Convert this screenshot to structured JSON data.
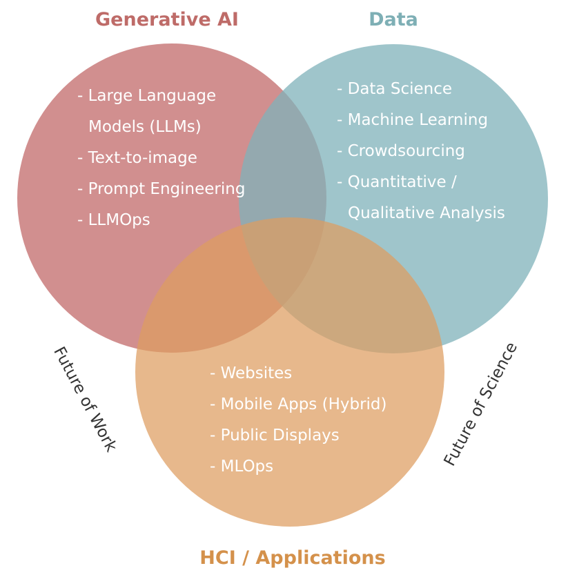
{
  "colors": {
    "generative_ai": "#C97B7B",
    "data": "#7FB2B9",
    "hci": "#DE9D5F",
    "generative_ai_title": "#BE6B68",
    "data_title": "#7EAFB5",
    "hci_title": "#D4914B"
  },
  "sets": {
    "generative_ai": {
      "title": "Generative AI",
      "items": [
        "- Large Language",
        "Models (LLMs)",
        "- Text-to-image",
        "- Prompt Engineering",
        "- LLMOps"
      ]
    },
    "data": {
      "title": "Data",
      "items": [
        "- Data Science",
        "- Machine Learning",
        "- Crowdsourcing",
        "- Quantitative /",
        "Qualitative Analysis"
      ]
    },
    "hci": {
      "title": "HCI / Applications",
      "items": [
        "- Websites",
        "- Mobile Apps (Hybrid)",
        "- Public Displays",
        "- MLOps"
      ]
    }
  },
  "side_labels": {
    "left": "Future of Work",
    "right": "Future of Science"
  }
}
